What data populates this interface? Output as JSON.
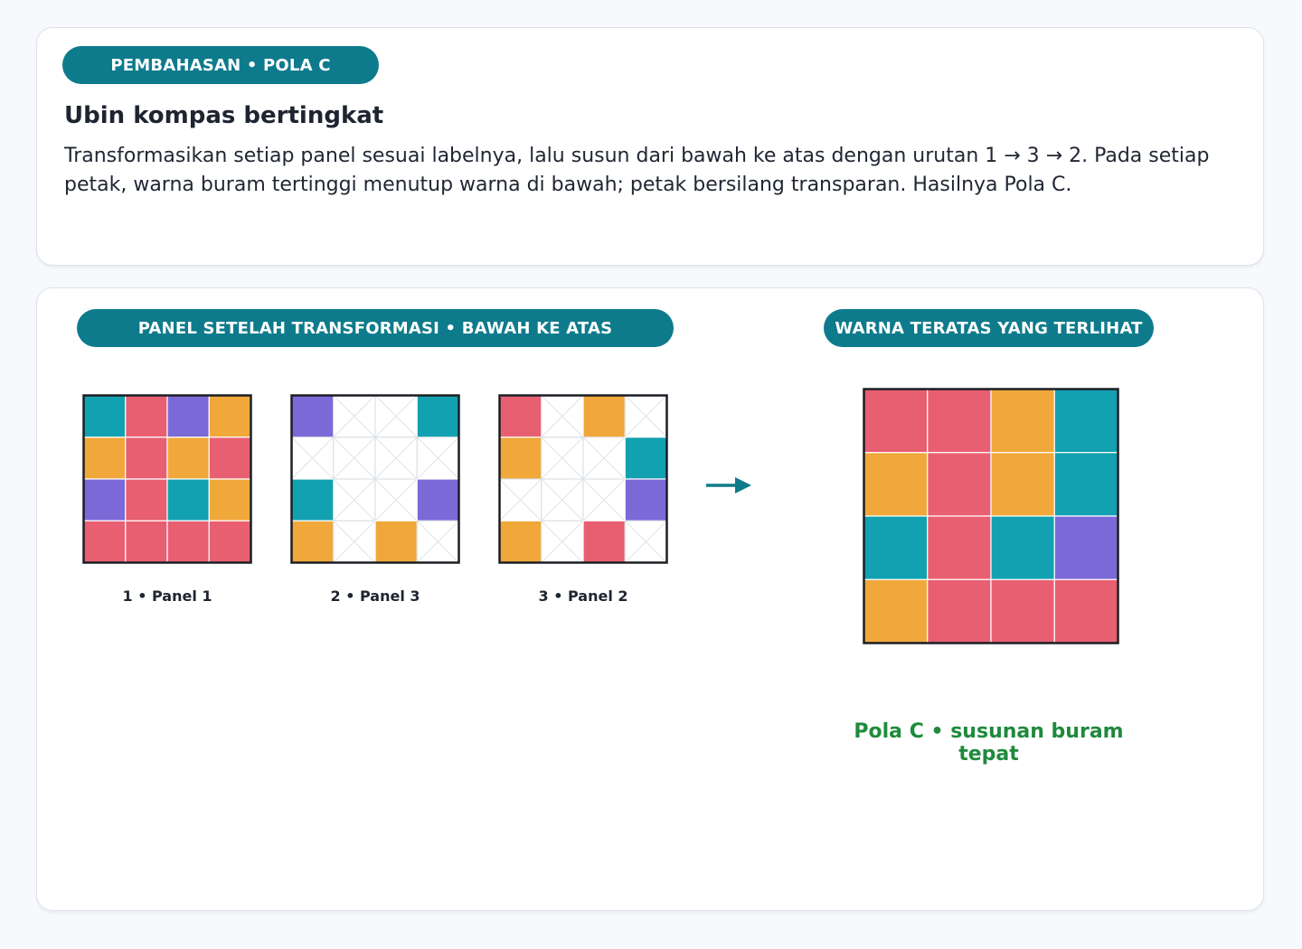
{
  "header": {
    "badge": "PEMBAHASAN • POLA C",
    "title": "Ubin kompas bertingkat",
    "description": "Transformasikan setiap panel sesuai labelnya, lalu susun dari bawah ke atas dengan urutan 1 → 3 → 2. Pada setiap petak, warna buram tertinggi menutup warna di bawah; petak bersilang transparan. Hasilnya Pola C."
  },
  "colors": {
    "T": "#12a1b0",
    "R": "#e85f72",
    "P": "#7b69d8",
    "O": "#f0a83b",
    "X": "transparent"
  },
  "panels_section": {
    "badge": "PANEL SETELAH TRANSFORMASI • BAWAH KE ATAS",
    "panels": [
      {
        "label": "1 • Panel 1",
        "grid": [
          [
            "T",
            "R",
            "P",
            "O"
          ],
          [
            "O",
            "R",
            "O",
            "R"
          ],
          [
            "P",
            "R",
            "T",
            "O"
          ],
          [
            "R",
            "R",
            "R",
            "R"
          ]
        ]
      },
      {
        "label": "2 • Panel 3",
        "grid": [
          [
            "P",
            "X",
            "X",
            "T"
          ],
          [
            "X",
            "X",
            "X",
            "X"
          ],
          [
            "T",
            "X",
            "X",
            "P"
          ],
          [
            "O",
            "X",
            "O",
            "X"
          ]
        ]
      },
      {
        "label": "3 • Panel 2",
        "grid": [
          [
            "R",
            "X",
            "O",
            "X"
          ],
          [
            "O",
            "X",
            "X",
            "T"
          ],
          [
            "X",
            "X",
            "X",
            "P"
          ],
          [
            "O",
            "X",
            "R",
            "X"
          ]
        ]
      }
    ]
  },
  "result_section": {
    "badge": "WARNA TERATAS YANG TERLIHAT",
    "grid": [
      [
        "R",
        "R",
        "O",
        "T"
      ],
      [
        "O",
        "R",
        "O",
        "T"
      ],
      [
        "T",
        "R",
        "T",
        "P"
      ],
      [
        "O",
        "R",
        "R",
        "R"
      ]
    ],
    "caption": "Pola C • susunan buram tepat"
  }
}
